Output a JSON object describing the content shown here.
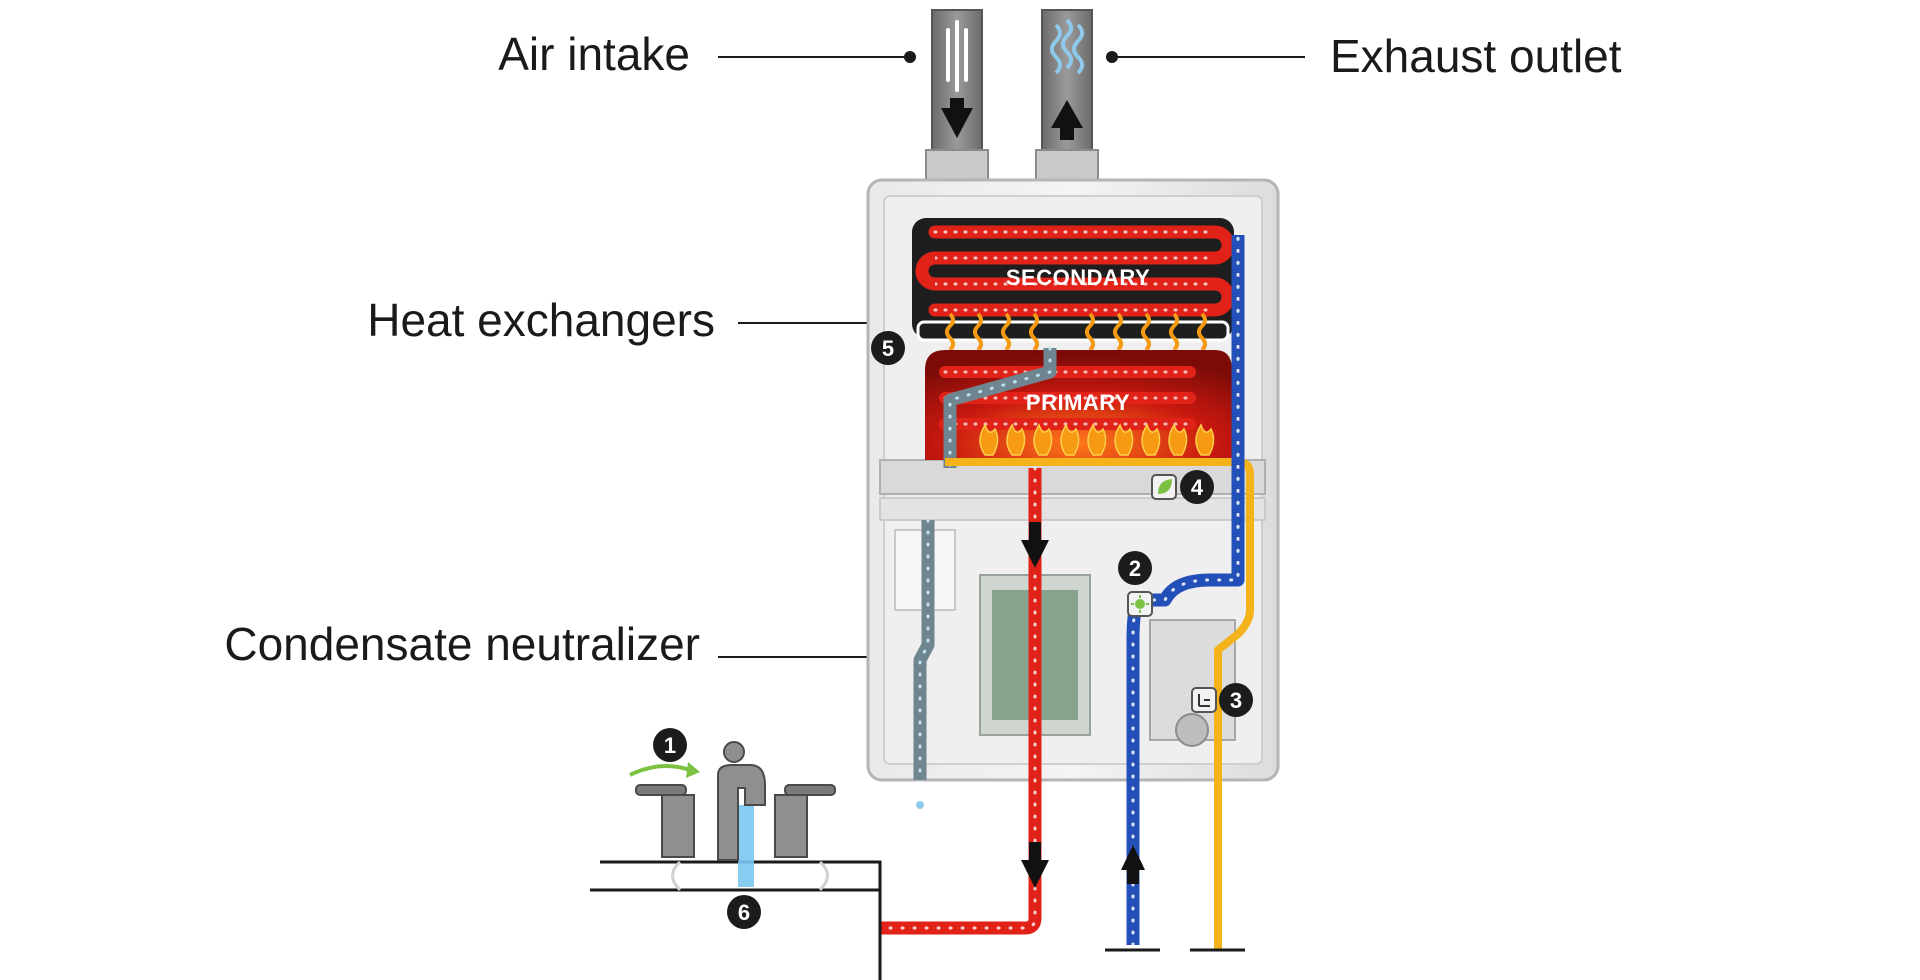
{
  "labels": {
    "air_intake": "Air intake",
    "exhaust_outlet": "Exhaust outlet",
    "heat_exchangers": "Heat exchangers",
    "condensate_neutralizer": "Condensate neutralizer",
    "secondary": "SECONDARY",
    "primary": "PRIMARY"
  },
  "steps": [
    "1",
    "2",
    "3",
    "4",
    "5",
    "6"
  ],
  "colors": {
    "hot_water": "#e02218",
    "cold_water": "#2350b8",
    "gas": "#f4b21b",
    "condensate": "#6f8590",
    "exchanger": "#b01510",
    "flame": "#f59a12",
    "step_badge": "#1c1c1c",
    "tap_arrow": "#7cc242"
  },
  "icons": [
    "air-intake-pipe-icon",
    "exhaust-pipe-icon",
    "faucet-icon",
    "flow-sensor-icon",
    "gas-valve-icon",
    "eco-leaf-icon"
  ]
}
